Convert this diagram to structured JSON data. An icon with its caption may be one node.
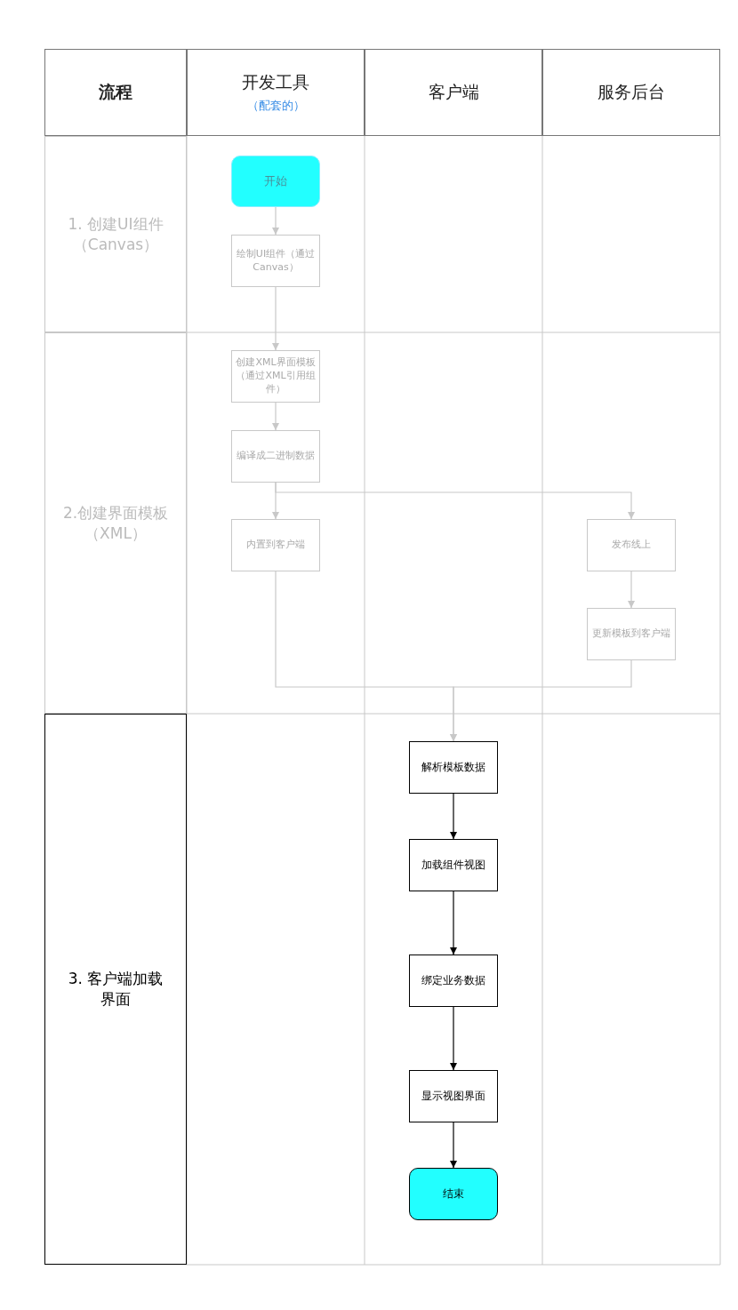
{
  "diagram": {
    "nodes": [
      {
        "text": [
          "流程"
        ]
      },
      {
        "text": [
          "开发工具",
          "（配套的）"
        ]
      },
      {
        "text": [
          "客户端"
        ]
      },
      {
        "text": [
          "服务后台"
        ]
      },
      {
        "text": [
          "1. 创建UI组件（Canvas）"
        ]
      },
      {
        "text": [
          "2.创建界面模板（XML）"
        ]
      },
      {
        "text": [
          "3. 客户端加载界面"
        ]
      },
      {
        "text": [
          "开始"
        ]
      },
      {
        "text": [
          "绘制UI组件（通过Canvas）"
        ]
      },
      {
        "text": [
          "创建XML界面模板（通过XML引用组件）"
        ]
      },
      {
        "text": [
          "编译成二进制数据"
        ]
      },
      {
        "text": [
          "内置到客户端"
        ]
      },
      {
        "text": [
          "发布线上"
        ]
      },
      {
        "text": [
          "更新模板到客户端"
        ]
      },
      {
        "text": [
          "解析模板数据"
        ]
      },
      {
        "text": [
          "加载组件视图"
        ]
      },
      {
        "text": [
          "绑定业务数据"
        ]
      },
      {
        "text": [
          "显示视图界面"
        ]
      },
      {
        "text": [
          "结束"
        ]
      }
    ],
    "edges": [
      {
        "from": 7,
        "to": 8,
        "arrow": "to"
      },
      {
        "from": 8,
        "to": 9,
        "arrow": "to"
      },
      {
        "from": 9,
        "to": 10,
        "arrow": "to"
      },
      {
        "from": 10,
        "to": 11,
        "arrow": "to"
      },
      {
        "from": 10,
        "to": 12,
        "arrow": "to"
      },
      {
        "from": 12,
        "to": 13,
        "arrow": "to"
      },
      {
        "from": 11,
        "to": 14,
        "arrow": "to"
      },
      {
        "from": 13,
        "to": 14,
        "arrow": "to"
      },
      {
        "from": 14,
        "to": 15,
        "arrow": "to",
        "color": "#000000"
      },
      {
        "from": 15,
        "to": 16,
        "arrow": "to",
        "color": "#000000"
      },
      {
        "from": 16,
        "to": 17,
        "arrow": "to",
        "color": "#000000"
      },
      {
        "from": 17,
        "to": 18,
        "arrow": "to",
        "color": "#000000"
      }
    ]
  }
}
